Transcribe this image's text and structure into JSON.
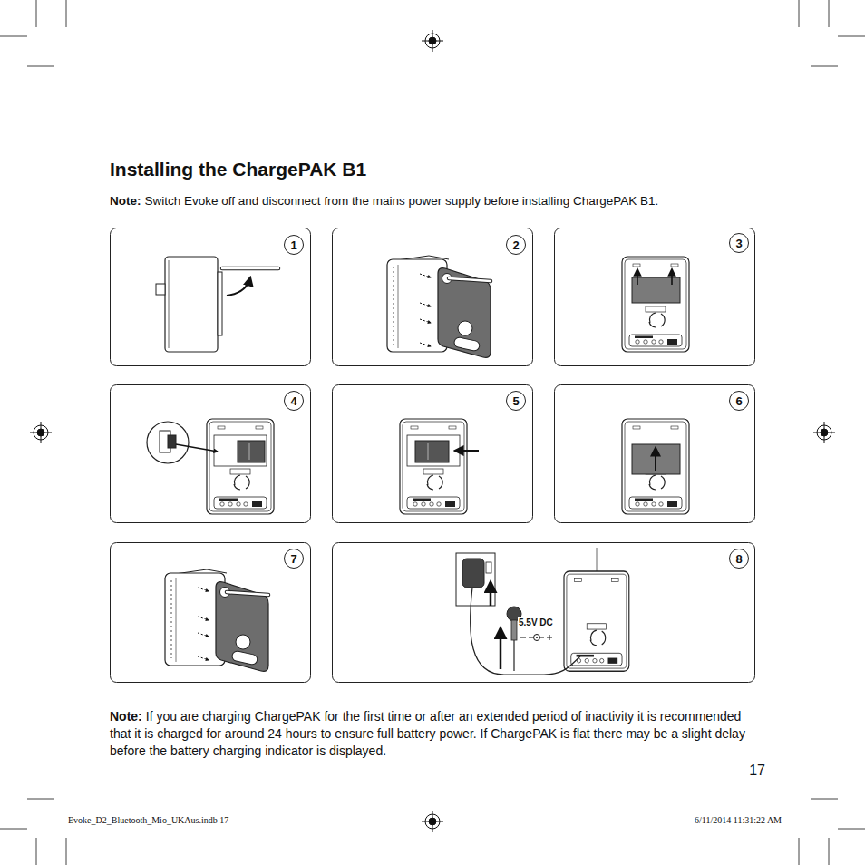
{
  "diagram": {
    "title": "Installing the ChargePAK B1",
    "nodes": [
      {
        "text": [
          "1"
        ]
      },
      {
        "text": [
          "2"
        ]
      },
      {
        "text": [
          "3"
        ]
      },
      {
        "text": [
          "4"
        ]
      },
      {
        "text": [
          "5"
        ]
      },
      {
        "text": [
          "6"
        ]
      },
      {
        "text": [
          "7"
        ]
      },
      {
        "text": [
          "8"
        ]
      }
    ],
    "edges": [],
    "labels": [
      "Note:",
      "Switch Evoke off and disconnect from the mains power supply before installing ChargePAK B1.",
      "5.5V DC",
      "Note:",
      "If you are charging ChargePAK for the first time or after an extended period of inactivity it is recommended that it is charged for around 24 hours to ensure full battery power. If ChargePAK is flat there may be a slight delay before the battery charging indicator is displayed.",
      "17",
      "Evoke_D2_Bluetooth_Mio_UKAus.indb   17",
      "6/11/2014   11:31:22 AM"
    ]
  }
}
